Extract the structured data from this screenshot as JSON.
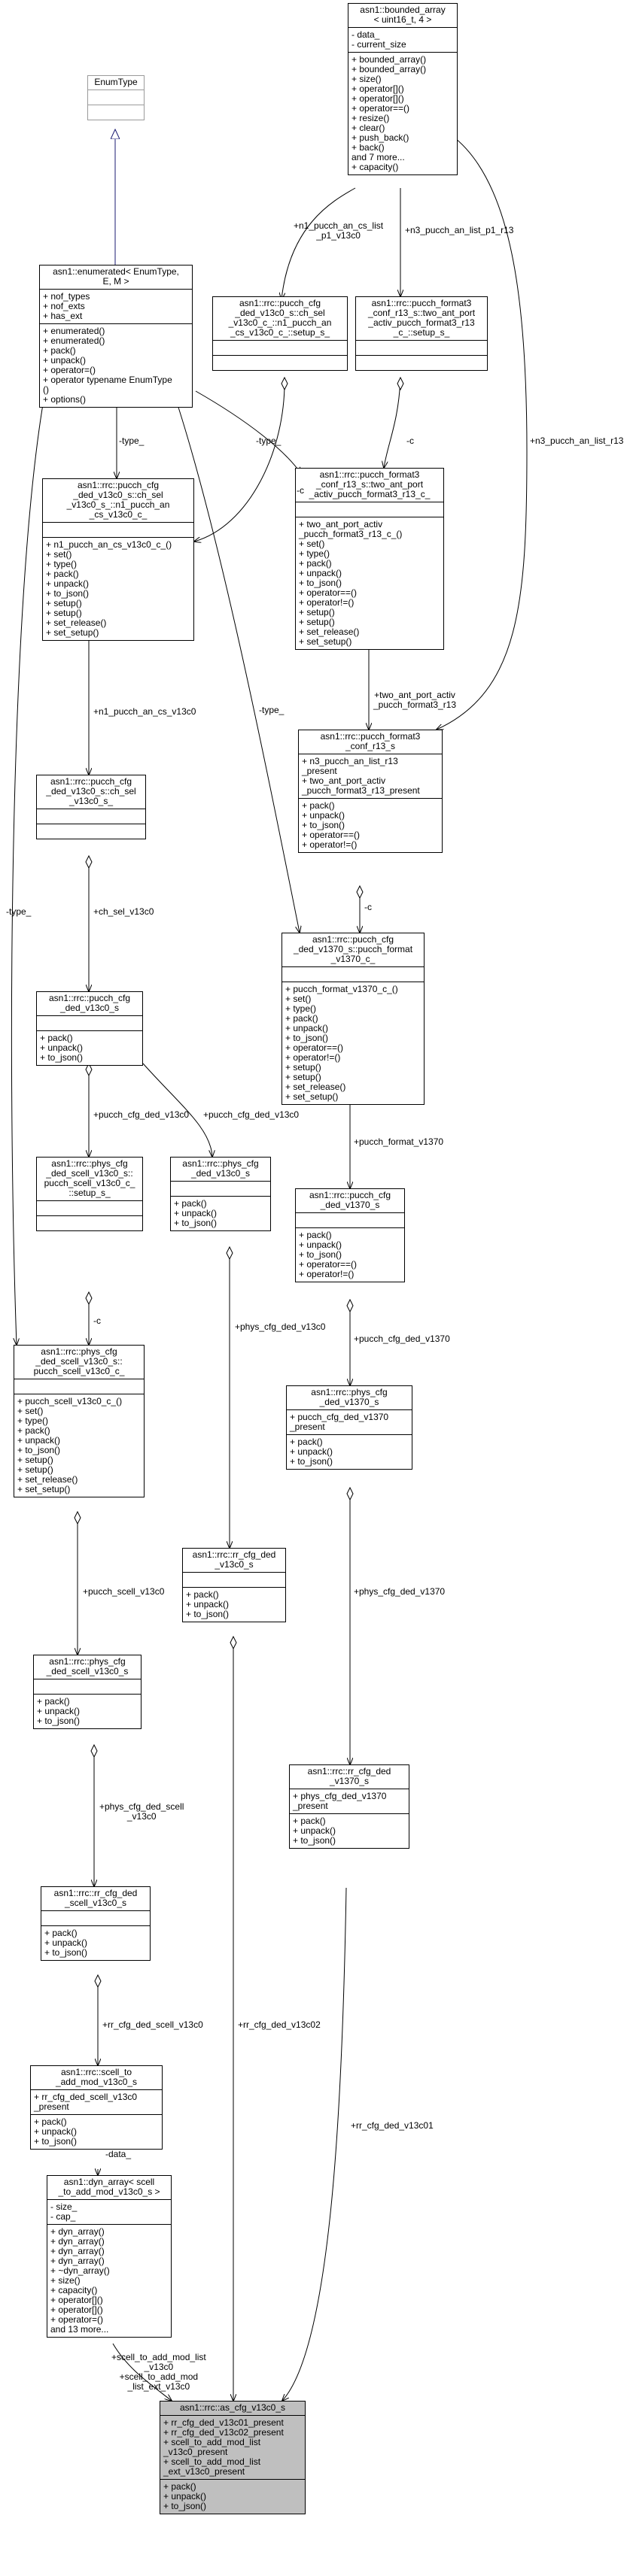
{
  "nodes": {
    "bounded_array": {
      "title": "asn1::bounded_array\n< uint16_t, 4 >",
      "attrs": "- data_\n- current_size",
      "methods": "+ bounded_array()\n+ bounded_array()\n+ size()\n+ operator[]()\n+ operator[]()\n+ operator==()\n+ resize()\n+ clear()\n+ push_back()\n+ back()\nand 7 more...\n+ capacity()"
    },
    "enum_type": {
      "title": "EnumType",
      "attrs": "",
      "methods": ""
    },
    "enumerated": {
      "title": "asn1::enumerated< EnumType,\nE, M >",
      "attrs": "+ nof_types\n+ nof_exts\n+ has_ext",
      "methods": "+ enumerated()\n+ enumerated()\n+ pack()\n+ unpack()\n+ operator=()\n+ operator typename EnumType\n()\n+ options()"
    },
    "ch_sel_setup": {
      "title": "asn1::rrc::pucch_cfg\n_ded_v13c0_s::ch_sel\n_v13c0_c_::n1_pucch_an\n_cs_v13c0_c_::setup_s_",
      "attrs": "",
      "methods": ""
    },
    "f3_setup": {
      "title": "asn1::rrc::pucch_format3\n_conf_r13_s::two_ant_port\n_activ_pucch_format3_r13\n_c_::setup_s_",
      "attrs": "",
      "methods": ""
    },
    "n1_pucch_c": {
      "title": "asn1::rrc::pucch_cfg\n_ded_v13c0_s::ch_sel\n_v13c0_s_::n1_pucch_an\n_cs_v13c0_c_",
      "attrs": "",
      "methods": "+ n1_pucch_an_cs_v13c0_c_()\n+ set()\n+ type()\n+ pack()\n+ unpack()\n+ to_json()\n+ setup()\n+ setup()\n+ set_release()\n+ set_setup()"
    },
    "two_ant_c": {
      "title": "asn1::rrc::pucch_format3\n_conf_r13_s::two_ant_port\n_activ_pucch_format3_r13_c_",
      "attrs": "",
      "methods": "+ two_ant_port_activ\n_pucch_format3_r13_c_()\n+ set()\n+ type()\n+ pack()\n+ unpack()\n+ to_json()\n+ operator==()\n+ operator!=()\n+ setup()\n+ setup()\n+ set_release()\n+ set_setup()"
    },
    "ch_sel_s": {
      "title": "asn1::rrc::pucch_cfg\n_ded_v13c0_s::ch_sel\n_v13c0_s_",
      "attrs": "",
      "methods": ""
    },
    "pucch_f3_conf": {
      "title": "asn1::rrc::pucch_format3\n_conf_r13_s",
      "attrs": "+ n3_pucch_an_list_r13\n_present\n+ two_ant_port_activ\n_pucch_format3_r13_present",
      "methods": "+ pack()\n+ unpack()\n+ to_json()\n+ operator==()\n+ operator!=()"
    },
    "pucch_v13c0": {
      "title": "asn1::rrc::pucch_cfg\n_ded_v13c0_s",
      "attrs": "",
      "methods": "+ pack()\n+ unpack()\n+ to_json()"
    },
    "pucch_format_c": {
      "title": "asn1::rrc::pucch_cfg\n_ded_v1370_s::pucch_format\n_v1370_c_",
      "attrs": "",
      "methods": "+ pucch_format_v1370_c_()\n+ set()\n+ type()\n+ pack()\n+ unpack()\n+ to_json()\n+ operator==()\n+ operator!=()\n+ setup()\n+ setup()\n+ set_release()\n+ set_setup()"
    },
    "scell_setup": {
      "title": "asn1::rrc::phys_cfg\n_ded_scell_v13c0_s::\npucch_scell_v13c0_c_\n::setup_s_",
      "attrs": "",
      "methods": ""
    },
    "phys_v13c0": {
      "title": "asn1::rrc::phys_cfg\n_ded_v13c0_s",
      "attrs": "",
      "methods": "+ pack()\n+ unpack()\n+ to_json()"
    },
    "pucch_v1370": {
      "title": "asn1::rrc::pucch_cfg\n_ded_v1370_s",
      "attrs": "",
      "methods": "+ pack()\n+ unpack()\n+ to_json()\n+ operator==()\n+ operator!=()"
    },
    "pucch_scell_c": {
      "title": "asn1::rrc::phys_cfg\n_ded_scell_v13c0_s::\npucch_scell_v13c0_c_",
      "attrs": "",
      "methods": "+ pucch_scell_v13c0_c_()\n+ set()\n+ type()\n+ pack()\n+ unpack()\n+ to_json()\n+ setup()\n+ setup()\n+ set_release()\n+ set_setup()"
    },
    "phys_v1370": {
      "title": "asn1::rrc::phys_cfg\n_ded_v1370_s",
      "attrs": "+ pucch_cfg_ded_v1370\n_present",
      "methods": "+ pack()\n+ unpack()\n+ to_json()"
    },
    "rr_v13c0": {
      "title": "asn1::rrc::rr_cfg_ded\n_v13c0_s",
      "attrs": "",
      "methods": "+ pack()\n+ unpack()\n+ to_json()"
    },
    "phys_scell": {
      "title": "asn1::rrc::phys_cfg\n_ded_scell_v13c0_s",
      "attrs": "",
      "methods": "+ pack()\n+ unpack()\n+ to_json()"
    },
    "rr_v1370": {
      "title": "asn1::rrc::rr_cfg_ded\n_v1370_s",
      "attrs": "+ phys_cfg_ded_v1370\n_present",
      "methods": "+ pack()\n+ unpack()\n+ to_json()"
    },
    "rr_scell": {
      "title": "asn1::rrc::rr_cfg_ded\n_scell_v13c0_s",
      "attrs": "",
      "methods": "+ pack()\n+ unpack()\n+ to_json()"
    },
    "scell_to_add": {
      "title": "asn1::rrc::scell_to\n_add_mod_v13c0_s",
      "attrs": "+ rr_cfg_ded_scell_v13c0\n_present",
      "methods": "+ pack()\n+ unpack()\n+ to_json()"
    },
    "dyn_array": {
      "title": "asn1::dyn_array< scell\n_to_add_mod_v13c0_s >",
      "attrs": "- size_\n- cap_",
      "methods": "+ dyn_array()\n+ dyn_array()\n+ dyn_array()\n+ dyn_array()\n+ ~dyn_array()\n+ size()\n+ capacity()\n+ operator[]()\n+ operator[]()\n+ operator=()\nand 13 more..."
    },
    "as_cfg": {
      "title": "asn1::rrc::as_cfg_v13c0_s",
      "attrs": "+ rr_cfg_ded_v13c01_present\n+ rr_cfg_ded_v13c02_present\n+ scell_to_add_mod_list\n_v13c0_present\n+ scell_to_add_mod_list\n_ext_v13c0_present",
      "methods": "+ pack()\n+ unpack()\n+ to_json()"
    }
  },
  "edge_labels": {
    "n1_list": "+n1_pucch_an_cs_list\n_p1_v13c0",
    "n3_list_p1": "+n3_pucch_an_list_p1_r13",
    "n3_list": "+n3_pucch_an_list_r13",
    "type_1": "-type_",
    "type_2": "-type_",
    "type_3": "-type_",
    "type_4": "-type_",
    "c_1": "-c",
    "c_2": "-c",
    "c_3": "-c",
    "c_4": "-c",
    "n1_pucch": "+n1_pucch_an_cs_v13c0",
    "two_ant": "+two_ant_port_activ\n_pucch_format3_r13",
    "ch_sel": "+ch_sel_v13c0",
    "pucch_ded_v13c0_a": "+pucch_cfg_ded_v13c0",
    "pucch_ded_v13c0_b": "+pucch_cfg_ded_v13c0",
    "pucch_fmt": "+pucch_format_v1370",
    "phys_ded_v13c0": "+phys_cfg_ded_v13c0",
    "pucch_ded_v1370": "+pucch_cfg_ded_v1370",
    "pucch_scell": "+pucch_scell_v13c0",
    "phys_ded_v1370": "+phys_cfg_ded_v1370",
    "phys_scell": "+phys_cfg_ded_scell\n_v13c0",
    "rr_scell": "+rr_cfg_ded_scell_v13c0",
    "data": "-data_",
    "rr_v13c02": "+rr_cfg_ded_v13c02",
    "rr_v13c01": "+rr_cfg_ded_v13c01",
    "scell_lists": "+scell_to_add_mod_list\n_v13c0\n+scell_to_add_mod\n_list_ext_v13c0"
  }
}
